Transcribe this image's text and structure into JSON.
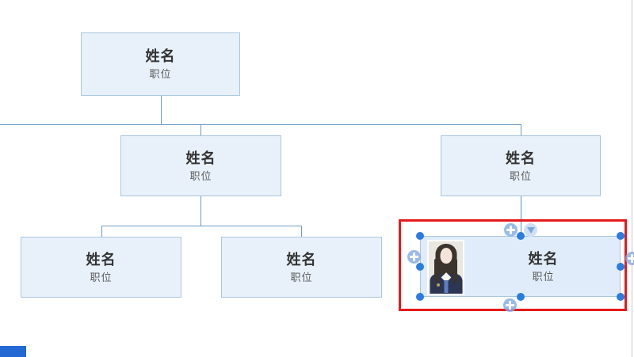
{
  "org_chart": {
    "nodes": [
      {
        "id": "root",
        "name": "姓名",
        "title": "职位"
      },
      {
        "id": "l2-left",
        "name": "姓名",
        "title": "职位"
      },
      {
        "id": "l2-right",
        "name": "姓名",
        "title": "职位"
      },
      {
        "id": "l3-left",
        "name": "姓名",
        "title": "职位"
      },
      {
        "id": "l3-mid",
        "name": "姓名",
        "title": "职位"
      },
      {
        "id": "selected",
        "name": "姓名",
        "title": "职位",
        "selected": true,
        "has_photo": true
      }
    ]
  },
  "selection": {
    "outline_color": "#e51a1a",
    "handle_color": "#2b7ce0",
    "handles": [
      "top-left",
      "top-center",
      "top-right",
      "middle-left",
      "middle-right",
      "bottom-left",
      "bottom-center",
      "bottom-right"
    ],
    "add_buttons": [
      {
        "position": "top",
        "icon": "plus-circle-icon"
      },
      {
        "position": "left",
        "icon": "plus-circle-icon"
      },
      {
        "position": "right",
        "icon": "plus-circle-icon"
      },
      {
        "position": "bottom",
        "icon": "plus-circle-icon"
      }
    ],
    "collapse_button": {
      "icon": "triangle-down-circle-icon"
    },
    "photo": {
      "icon": "portrait-photo",
      "description": "ID photo, person in dark uniform with blue tie"
    }
  },
  "colors": {
    "node_fill": "#e8f1fa",
    "selected_node_fill": "#e0ecf9",
    "node_border": "#a9c6de",
    "connector_line": "#6e9ac2",
    "selected_connector_line": "#4f8ed2",
    "canvas_edge_line": "#c9c9c9",
    "bottom_left_bar": "#2468d4",
    "name_text": "#333333",
    "title_text": "#595959"
  }
}
